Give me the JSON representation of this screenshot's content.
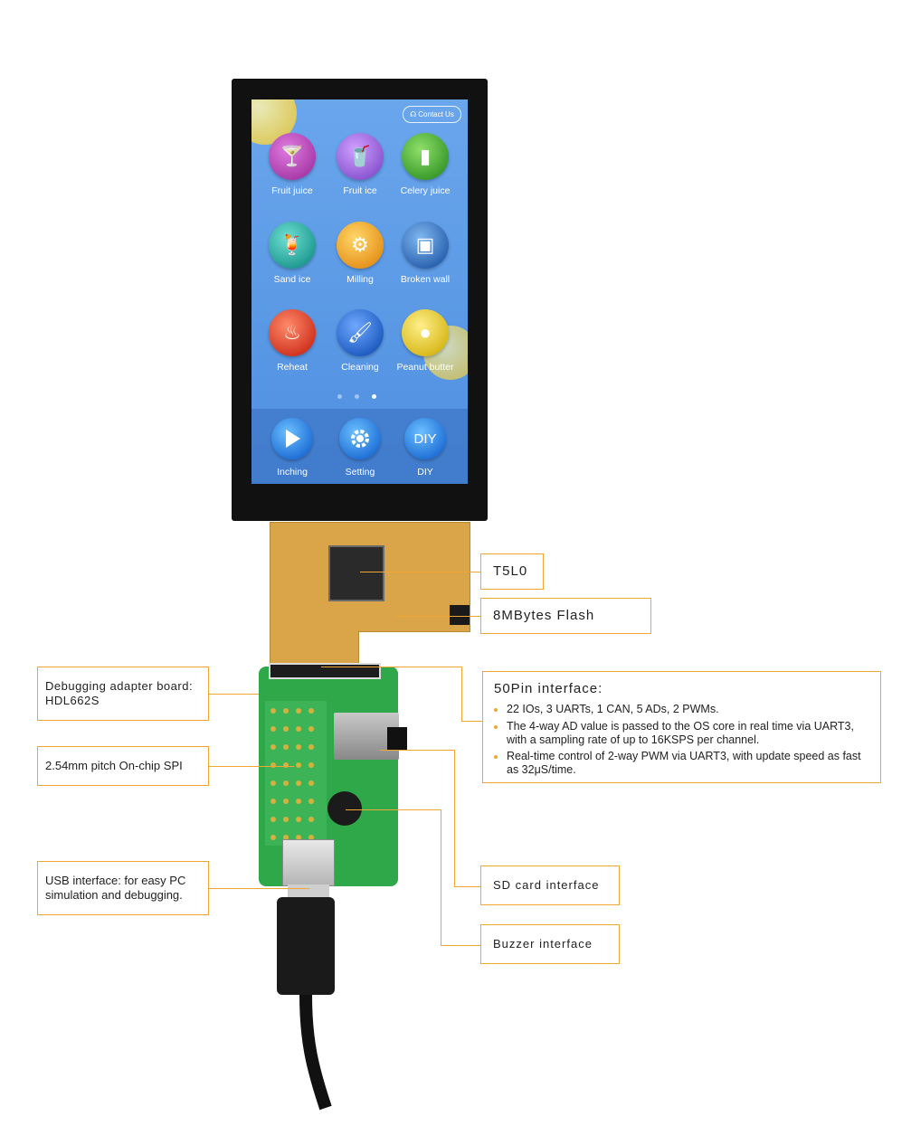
{
  "screen": {
    "contact_label": "Contact Us",
    "apps": [
      {
        "label": "Fruit juice",
        "icon": "cocktail-icon",
        "color": "#c04fb8"
      },
      {
        "label": "Fruit ice",
        "icon": "ice-cup-icon",
        "color": "#a070d8"
      },
      {
        "label": "Celery juice",
        "icon": "celery-icon",
        "color": "#4cae3a"
      },
      {
        "label": "Sand ice",
        "icon": "smoothie-icon",
        "color": "#2fb3a6"
      },
      {
        "label": "Milling",
        "icon": "grinder-icon",
        "color": "#f3a42a"
      },
      {
        "label": "Broken wall",
        "icon": "blender-icon",
        "color": "#3d7fd0"
      },
      {
        "label": "Reheat",
        "icon": "bowl-icon",
        "color": "#e04a3a"
      },
      {
        "label": "Cleaning",
        "icon": "brush-icon",
        "color": "#2b6fd0"
      },
      {
        "label": "Peanut butter",
        "icon": "peanut-icon",
        "color": "#e6c82a"
      }
    ],
    "dock": [
      {
        "label": "Inching",
        "icon": "play-icon"
      },
      {
        "label": "Setting",
        "icon": "gear-icon"
      },
      {
        "label": "DIY",
        "icon": "diy-icon",
        "icon_text": "DIY"
      }
    ]
  },
  "callouts": {
    "t5l0": "T5L0",
    "flash": "8MBytes Flash",
    "debug_board_line1": "Debugging adapter board:",
    "debug_board_line2": "HDL662S",
    "spi": "2.54mm pitch On-chip SPI",
    "usb_line1": "USB interface: for easy PC",
    "usb_line2": "simulation and debugging.",
    "sd": "SD card interface",
    "buzzer": "Buzzer interface",
    "interface_title": "50Pin interface:",
    "interface_features": [
      "22 IOs, 3 UARTs, 1 CAN, 5 ADs, 2 PWMs.",
      "The 4-way AD value is passed to the OS core in real time via UART3, with a sampling rate of up to 16KSPS per channel.",
      "Real-time control of 2-way PWM via UART3, with update speed as fast as 32μS/time."
    ]
  },
  "colors": {
    "accent": "#f0a634",
    "screen_bg": "#5a98e6",
    "pcb": "#2fa84a",
    "fpc": "#d9a548"
  }
}
